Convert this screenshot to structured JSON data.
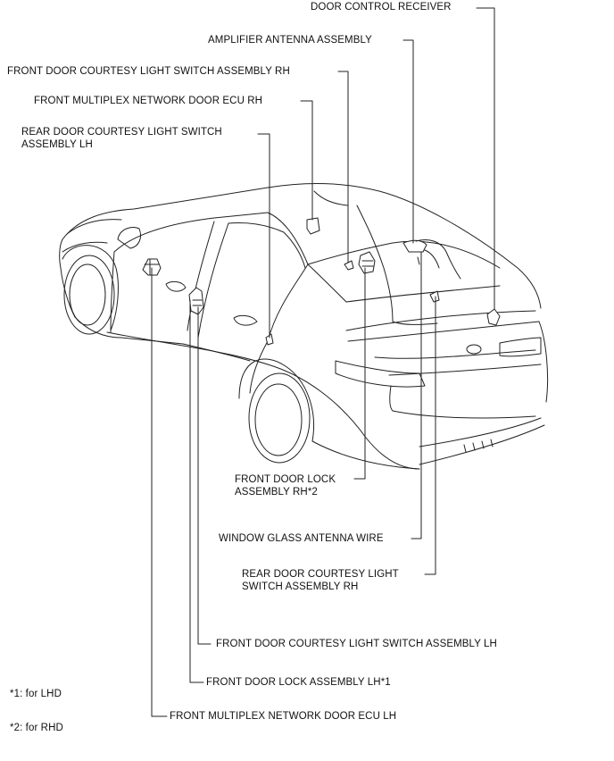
{
  "labels": {
    "door_control_receiver": "DOOR CONTROL RECEIVER",
    "amplifier_antenna_assembly": "AMPLIFIER ANTENNA ASSEMBLY",
    "front_door_courtesy_rh": "FRONT DOOR COURTESY LIGHT SWITCH ASSEMBLY RH",
    "front_multiplex_ecu_rh": "FRONT MULTIPLEX NETWORK DOOR ECU RH",
    "rear_door_courtesy_lh": "REAR DOOR COURTESY LIGHT SWITCH\nASSEMBLY LH",
    "front_door_lock_rh": "FRONT DOOR LOCK\nASSEMBLY RH*2",
    "window_glass_antenna_wire": "WINDOW GLASS ANTENNA WIRE",
    "rear_door_courtesy_rh": "REAR DOOR COURTESY LIGHT\nSWITCH ASSEMBLY RH",
    "front_door_courtesy_lh": "FRONT DOOR COURTESY LIGHT SWITCH ASSEMBLY LH",
    "front_door_lock_lh": "FRONT DOOR LOCK ASSEMBLY LH*1",
    "front_multiplex_ecu_lh": "FRONT MULTIPLEX NETWORK DOOR ECU LH"
  },
  "notes": {
    "note1": "*1: for LHD",
    "note2": "*2: for RHD"
  }
}
